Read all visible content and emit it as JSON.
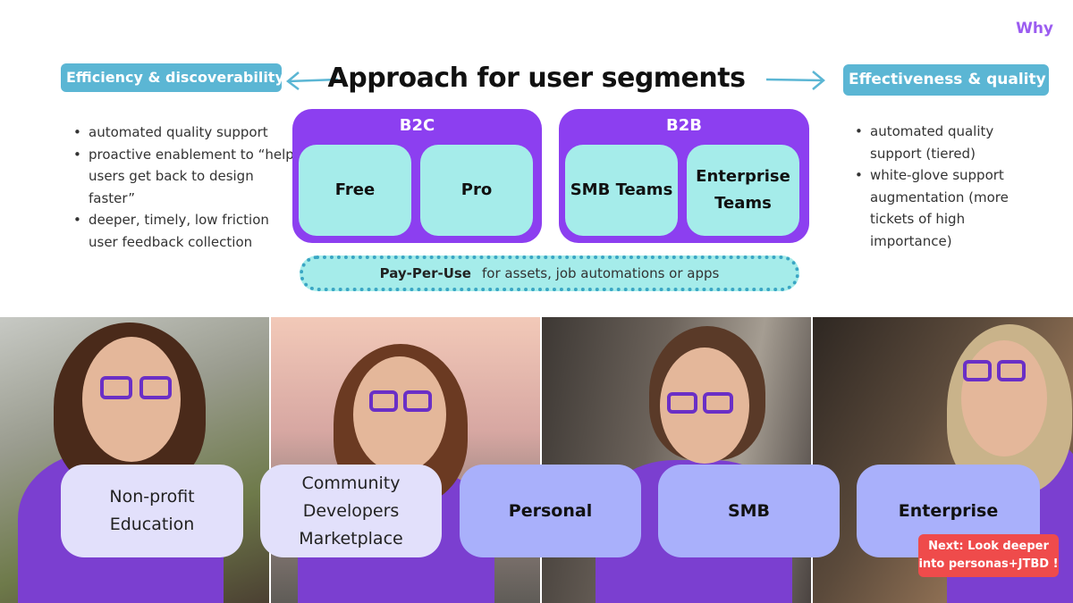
{
  "header": {
    "why_label": "Why",
    "title": "Approach for user segments",
    "left_pill": "Efficiency & discoverability",
    "right_pill": "Effectiveness & quality"
  },
  "left_bullets": [
    "automated quality support",
    "proactive enablement to “help users get back to design faster”",
    "deeper, timely, low friction user feedback collection"
  ],
  "right_bullets": [
    "automated quality support (tiered)",
    "white-glove support augmentation (more tickets of high importance)"
  ],
  "b2c": {
    "title": "B2C",
    "tiles": [
      "Free",
      "Pro"
    ]
  },
  "b2b": {
    "title": "B2B",
    "tiles": [
      "SMB Teams",
      "Enterprise Teams"
    ]
  },
  "pay_per_use": {
    "bold": "Pay-Per-Use",
    "rest": "for assets, job automations or apps"
  },
  "segments": [
    "Non-profit Education",
    "Community Developers Marketplace",
    "Personal",
    "SMB",
    "Enterprise"
  ],
  "next_badge": "Next: Look deeper into personas+JTBD !",
  "colors": {
    "accent_purple": "#8c3ff0",
    "teal_tile": "#a5ecea",
    "pill_blue": "#5bb6d4",
    "segment_light": "#e2e0fb",
    "segment_dark": "#a9b0fb",
    "badge_red": "#ef4b4b"
  }
}
